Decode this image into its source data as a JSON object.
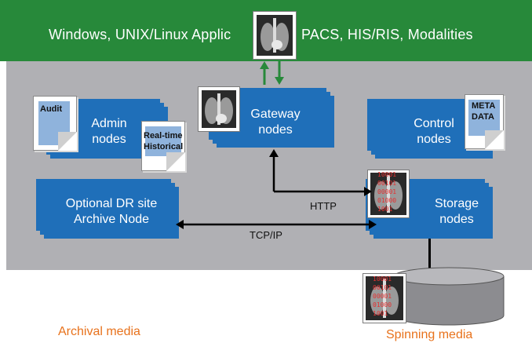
{
  "banner": {
    "left_text": "Windows, UNIX/Linux Applic",
    "right_text": "PACS, HIS/RIS, Modalities"
  },
  "nodes": {
    "admin": "Admin\nnodes",
    "gateway": "Gateway\nnodes",
    "control": "Control\nnodes",
    "dr": "Optional DR site\nArchive Node",
    "storage": "Storage\nnodes"
  },
  "docs": {
    "audit": "Audit",
    "realtime": "Real-time",
    "historical": "Historical",
    "meta": "META",
    "data": "DATA"
  },
  "binary_digits": [
    "10001",
    "00101",
    "00001",
    "01000",
    "1001"
  ],
  "connections": {
    "http": "HTTP",
    "tcpip": "TCP/IP"
  },
  "labels": {
    "archival": "Archival media",
    "spinning": "Spinning media"
  },
  "colors": {
    "banner": "#27893a",
    "node": "#1f6fb9",
    "grey": "#b0b0b4",
    "accent": "#e8721c",
    "binary": "#e53030"
  }
}
